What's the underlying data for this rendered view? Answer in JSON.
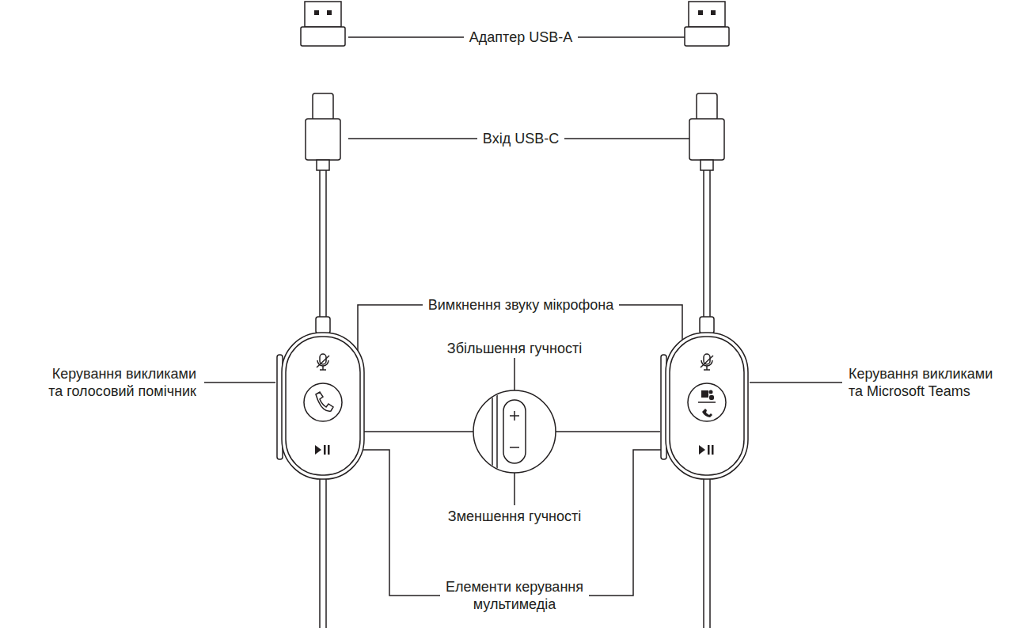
{
  "diagram": {
    "labels": [
      "Адаптер USB-A",
      "Вхід USB-C",
      "Вимкнення звуку мікрофона",
      "Збільшення гучності",
      "Керування викликами та голосовий помічник",
      "Керування викликами та Microsoft Teams",
      "Зменшення гучності",
      "Елементи керування мультимедіа"
    ]
  }
}
